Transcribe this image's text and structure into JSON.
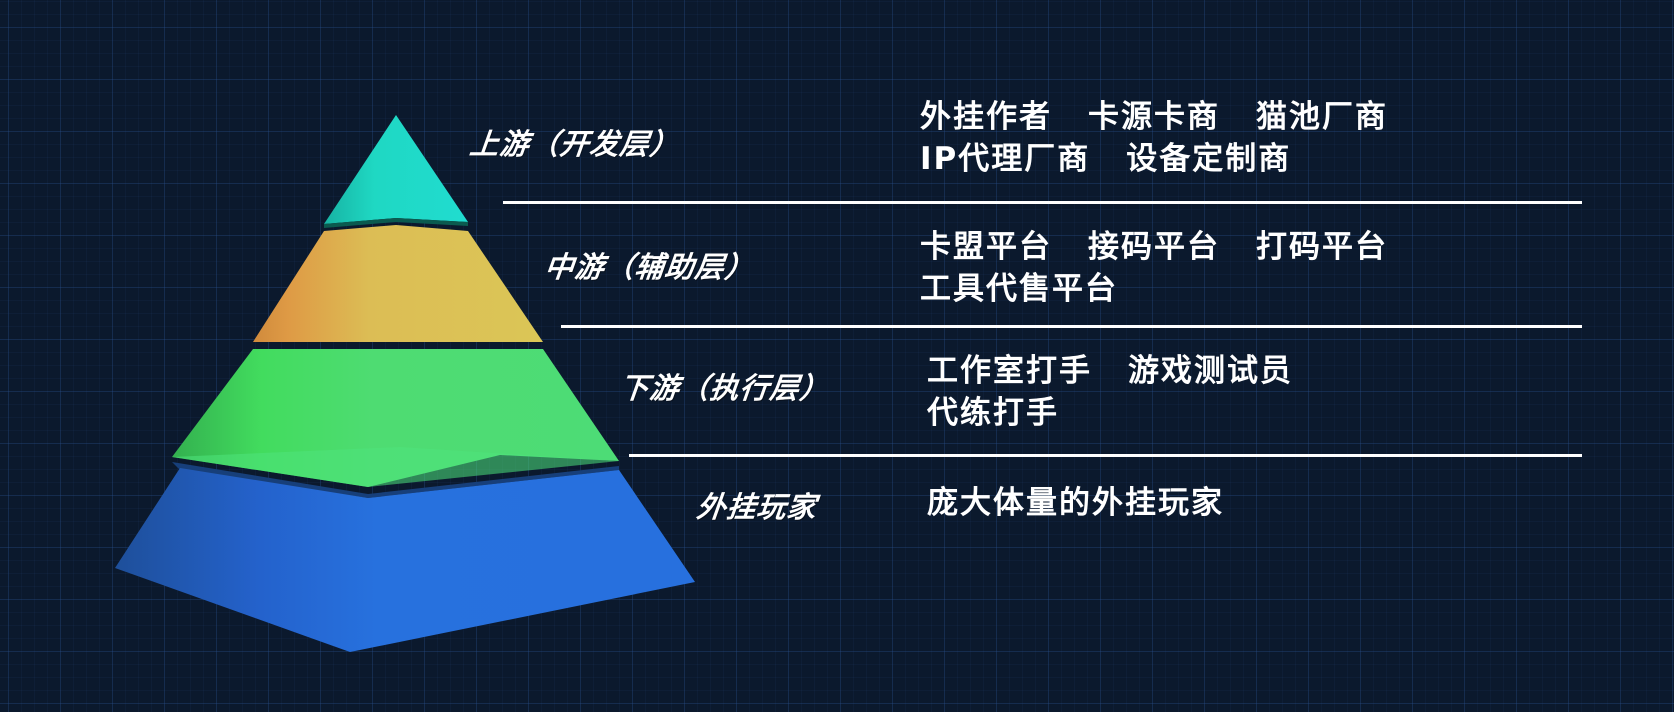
{
  "colors": {
    "background": "#0b192d",
    "separator": "#ffffff",
    "text": "#ffffff",
    "tier_upstream": "#1fd8c9",
    "tier_midstream": "#dbc556",
    "tier_downstream": "#4ddd72",
    "tier_players": "#2770dd"
  },
  "tiers": [
    {
      "label": "上游（开发层）",
      "rows": [
        [
          "外挂作者",
          "卡源卡商",
          "猫池厂商"
        ],
        [
          "IP代理厂商",
          "设备定制商"
        ]
      ]
    },
    {
      "label": "中游（辅助层）",
      "rows": [
        [
          "卡盟平台",
          "接码平台",
          "打码平台"
        ],
        [
          "工具代售平台"
        ]
      ]
    },
    {
      "label": "下游（执行层）",
      "rows": [
        [
          "工作室打手",
          "游戏测试员"
        ],
        [
          "代练打手"
        ]
      ]
    },
    {
      "label": "外挂玩家",
      "rows": [
        [
          "庞大体量的外挂玩家"
        ]
      ]
    }
  ]
}
